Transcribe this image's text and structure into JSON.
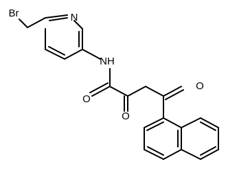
{
  "atoms": {
    "br": "Br",
    "n_ring": "N",
    "nh": "NH",
    "o_amide": "O",
    "o_keto": "O",
    "o_aryl_keto": "O"
  }
}
